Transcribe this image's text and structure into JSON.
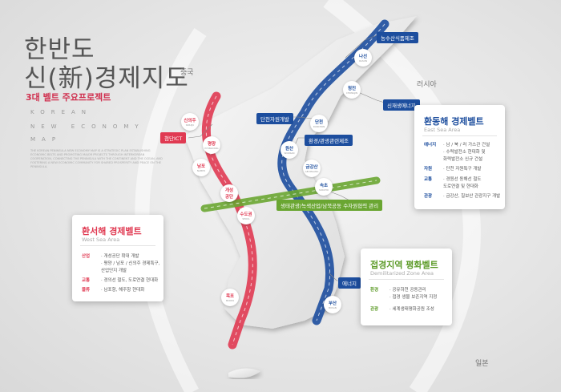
{
  "header": {
    "title_line1": "한반도",
    "title_line2": "신(新)경제지도",
    "subtitle": "3대 벨트 주요프로젝트",
    "eng_line1": "KOREAN",
    "eng_line2": "NEW ECONOMY",
    "eng_line3": "MAP",
    "fine_print": "THE KOREAN PENINSULA NEW ECONOMY MAP IS A STRATEGIC PLAN ESTABLISHING ECONOMIC BELTS AND PROMOTING MAJOR PROJECTS THROUGH INTERKOREAN COOPERATION, CONNECTING THE PENINSULA WITH THE CONTINENT AND THE OCEAN, AND FOSTERING A NEW ECONOMIC COMMUNITY FOR SHARED PROSPERITY AND PEACE ON THE PENINSULA."
  },
  "countries": {
    "china": "중국",
    "russia": "러시아",
    "japan": "일본"
  },
  "colors": {
    "west": "#e03a52",
    "east": "#1d4e9e",
    "dmz": "#6aa632"
  },
  "project_labels": {
    "east_arctic": "농수산식품제조",
    "east_energy": "신재생에너지",
    "west_ict": "첨단ICT",
    "danchun": "단천자원개발",
    "env": "환경/관광관련제조",
    "dmz_projects": "생태관광/녹색산업/남북공동 수자원협력 관리",
    "east_energy2": "에너지"
  },
  "nodes": {
    "najin": {
      "kr": "나선",
      "en": "RASON"
    },
    "chongjin": {
      "kr": "청진",
      "en": "CHONGJIN"
    },
    "danchon": {
      "kr": "단천",
      "en": "DANCHON"
    },
    "wonsan": {
      "kr": "원산",
      "en": "WONSAN"
    },
    "geumgang": {
      "kr": "금강산",
      "en": "GEUMGANG"
    },
    "sokcho": {
      "kr": "속초",
      "en": "SOKCHO"
    },
    "sinuiju": {
      "kr": "신의주",
      "en": "SINUIJU"
    },
    "pyongyang": {
      "kr": "평양",
      "en": "PYONGYANG"
    },
    "nampo": {
      "kr": "남포",
      "en": "NAMPO"
    },
    "kaesong": {
      "kr": "개성\n공단",
      "en": "KAESONG"
    },
    "seoul": {
      "kr": "수도권",
      "en": "SEOUL"
    },
    "mokpo": {
      "kr": "목포",
      "en": "MOKPO"
    },
    "busan": {
      "kr": "부산",
      "en": "BUSAN"
    }
  },
  "cards": {
    "east": {
      "title": "환동해 경제벨트",
      "sub": "East Sea Area",
      "rows": [
        {
          "k": "에너지",
          "v": [
            "· 남 / 북 / 러 가스관 건설",
            "· 수력발전소 현대화 및",
            "  화력발전소 신규 건설"
          ]
        },
        {
          "k": "자원",
          "v": [
            "· 단천 자원특구 개발"
          ]
        },
        {
          "k": "교통",
          "v": [
            "· 경원선 동해선 철도",
            "  도로연결 및 현대화"
          ]
        },
        {
          "k": "관광",
          "v": [
            "· 금강산, 칠보산 관광지구 개발"
          ]
        }
      ]
    },
    "west": {
      "title": "환서해 경제벨트",
      "sub": "West Sea Area",
      "rows": [
        {
          "k": "산업",
          "v": [
            "· 개성공단 확대 개발",
            "· 평양 / 남포 / 신의주 경제특구,",
            "  산업단지 개발"
          ]
        },
        {
          "k": "교통",
          "v": [
            "· 경의선 철도, 도로연결 현대화"
          ]
        },
        {
          "k": "물류",
          "v": [
            "· 남포항, 해주항 현대화"
          ]
        }
      ]
    },
    "dmz": {
      "title": "접경지역 평화벨트",
      "sub": "Demilitarized Zone Area",
      "rows": [
        {
          "k": "환경",
          "v": [
            "· 공유하천 공동관리",
            "· 접경 생물 보존지역 지정"
          ]
        },
        {
          "k": "관광",
          "v": [
            "· 세계생태평화공원 조성"
          ]
        }
      ]
    }
  }
}
